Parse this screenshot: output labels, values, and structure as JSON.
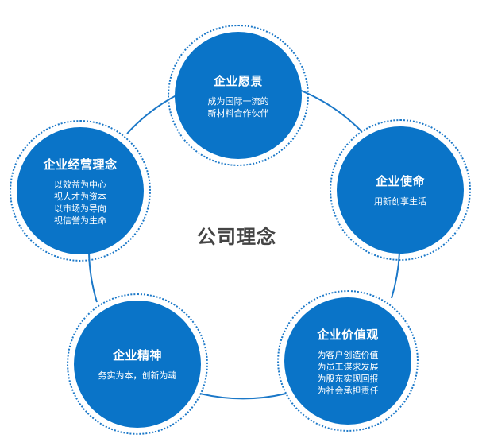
{
  "center_title": "公司理念",
  "colors": {
    "disc": "#0a74c8",
    "ring": "#1b78c8",
    "connector": "#1b78c8",
    "center_text": "#444444"
  },
  "nodes": [
    {
      "title": "企业愿景",
      "lines": [
        "成为国际一流的",
        "新材料合作伙伴"
      ]
    },
    {
      "title": "企业使命",
      "lines": [
        "用新创享生活"
      ]
    },
    {
      "title": "企业价值观",
      "lines": [
        "为客户创造价值",
        "为员工谋求发展",
        "为股东实现回报",
        "为社会承担责任"
      ]
    },
    {
      "title": "企业精神",
      "lines": [
        "务实为本，创新为魂"
      ]
    },
    {
      "title": "企业经营理念",
      "lines": [
        "以效益为中心",
        "视人才为资本",
        "以市场为导向",
        "视信誉为生命"
      ]
    }
  ]
}
